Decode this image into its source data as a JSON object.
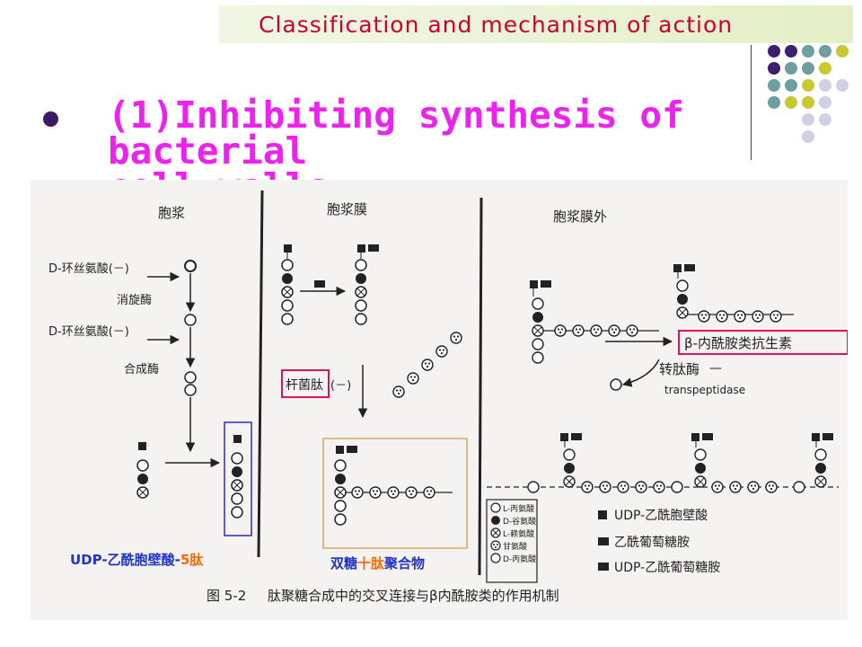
{
  "header": {
    "title": "Classification and mechanism of action"
  },
  "heading": {
    "line1": "(1)Inhibiting synthesis of bacterial",
    "line2": "cell walls:"
  },
  "diagram": {
    "section_cytoplasm": "胞浆",
    "section_membrane": "胞浆膜",
    "section_outside": "胞浆膜外",
    "cycloserine_1": "D-环丝氨酸(－)",
    "racemase": "消旋酶",
    "cycloserine_2": "D-环丝氨酸(－)",
    "synthetase": "合成酶",
    "bacitracin": "杆菌肽",
    "bacitracin_inhibit": "(－)",
    "beta_lactam": "β-内酰胺类抗生素",
    "transpeptidase_cn": "转肽酶",
    "transpeptidase_en": "transpeptidase",
    "inhibit_sign": "—",
    "legend": {
      "l_ala": "L-丙氨酸",
      "d_glu": "D-谷氨酸",
      "l_lys": "L-赖氨酸",
      "gly": "甘氨酸",
      "d_ala": "D-丙氨酸",
      "udp_nam": "UDP-乙酰胞壁酸",
      "nag": "乙酰葡萄糖胺",
      "udp_nag": "UDP-乙酰葡萄糖胺"
    },
    "figure_caption_num": "图 5-2",
    "figure_caption": "肽聚糖合成中的交叉连接与β内酰胺类的作用机制"
  },
  "captions": {
    "left_pre": "UDP-乙酰胞壁酸-",
    "left_hi": "5肽",
    "right_pre": "双糖",
    "right_hi": "十肽",
    "right_post": "聚合物"
  },
  "colors": {
    "banner_text": "#cc0033",
    "heading": "#ee22ee",
    "bullet": "#3a1a66",
    "highlight_box": "#e0105a",
    "blue_box": "#2a2acc",
    "tan_box": "#d9a860",
    "caption_blue": "#2233cc",
    "caption_orange": "#ff6600",
    "dot_purple": "#3d1f6e",
    "dot_teal": "#6e9e9e",
    "dot_yellow": "#c8c832",
    "dot_lilac": "#cfcfe6"
  }
}
